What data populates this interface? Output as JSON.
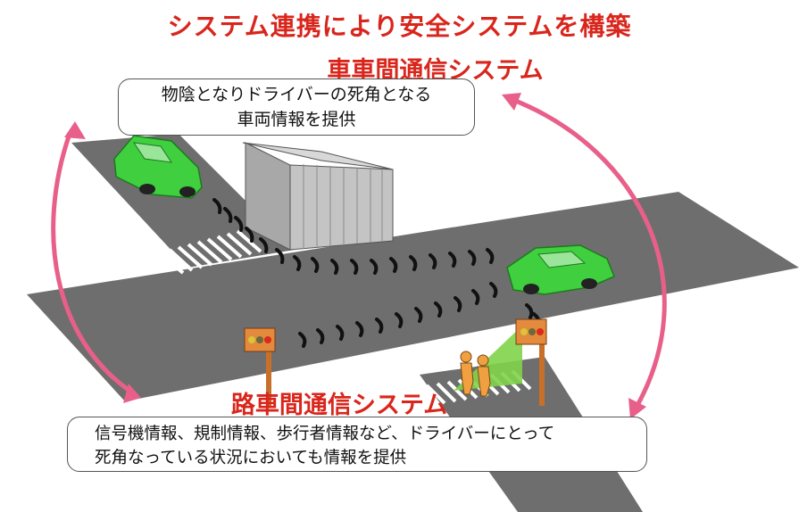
{
  "title": "システム連携により安全システムを構築",
  "v2v": {
    "title": "車車間通信システム",
    "line1": "物陰となりドライバーの死角となる",
    "line2": "車両情報を提供"
  },
  "r2v": {
    "title": "路車間通信システム",
    "line1": "信号機情報、規制情報、歩行者情報など、ドライバーにとって",
    "line2": "死角なっている状況においても情報を提供"
  },
  "colors": {
    "title": "#d9261c",
    "road": "#6e6e6e",
    "car": "#3fcf3f",
    "arrow": "#e8608a",
    "signal_pole": "#c8702a",
    "pedestrian": "#f0a040",
    "building": "#bfbfbf",
    "detection_zone": "#7fd34a"
  }
}
